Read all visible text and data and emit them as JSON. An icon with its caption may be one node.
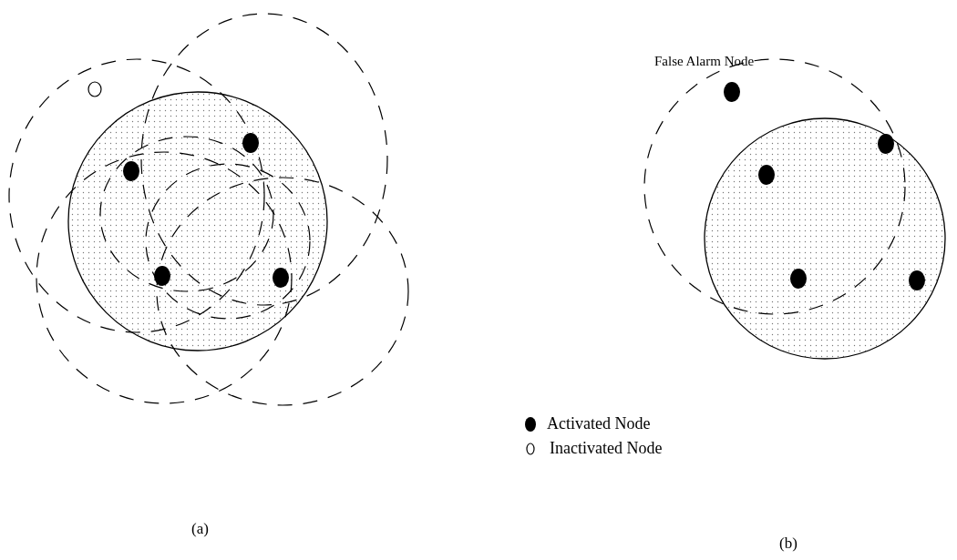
{
  "diagram": {
    "labels": [
      "False Alarm Node",
      "(a)",
      "(b)"
    ],
    "legend": [
      {
        "text": "Activated Node"
      },
      {
        "text": "Inactivated Node"
      }
    ]
  }
}
